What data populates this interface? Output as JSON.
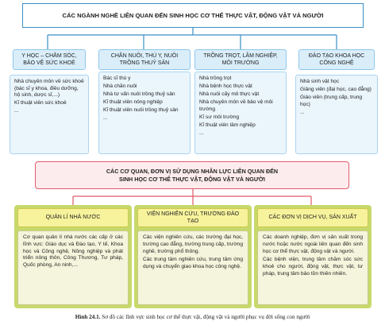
{
  "header_top": "CÁC NGÀNH NGHỀ LIÊN QUAN ĐẾN SINH HỌC CƠ THỂ THỰC VẬT, ĐỘNG VẬT VÀ NGƯỜI",
  "categories": [
    {
      "title": "Y HỌC – CHĂM SÓC, BẢO VỆ SỨC KHOẺ",
      "items": [
        "Nhà chuyên môn về sức khoẻ (bác sĩ y khoa, điều dưỡng, hộ sinh, dược sĩ,...)",
        "Kĩ thuật viên sức khoẻ",
        "..."
      ]
    },
    {
      "title": "CHĂN NUÔI, THÚ Y, NUÔI TRỒNG THUỶ SẢN",
      "items": [
        "Bác sĩ thú y",
        "Nhà chăn nuôi",
        "Nhà tư vấn nuôi trồng thuỷ sản",
        "Kĩ thuật viên nông nghiệp",
        "Kĩ thuật viên nuôi trồng thuỷ sản",
        "..."
      ]
    },
    {
      "title": "TRỒNG TRỌT, LÂM NGHIỆP, MÔI TRƯỜNG",
      "items": [
        "Nhà trồng trọt",
        "Nhà bệnh học thực vật",
        "Nhà nuôi cấy mô thực vật",
        "Nhà chuyên môn về bảo vệ môi trường",
        "Kĩ sư môi trường",
        "Kĩ thuật viên lâm nghiệp",
        "..."
      ]
    },
    {
      "title": "ĐÀO TẠO KHOA HỌC CÔNG NGHỆ",
      "items": [
        "Nhà sinh vật học",
        "Giảng viên (đại học, cao đẳng)",
        "Giáo viên (trung cấp, trung học)",
        "..."
      ]
    }
  ],
  "header_mid_line1": "CÁC CƠ QUAN, ĐƠN VỊ SỬ DỤNG NHÂN LỰC LIÊN QUAN ĐẾN",
  "header_mid_line2": "SINH HỌC CƠ THỂ THỰC VẬT, ĐỘNG VẬT VÀ NGƯỜI",
  "organizations": [
    {
      "title": "QUẢN LÍ NHÀ NƯỚC",
      "items": [
        "Cơ quan quản lí nhà nước các cấp ở các lĩnh vực: Giáo dục và Đào tạo, Y tế, Khoa học và Công nghệ, Nông nghiệp và phát triển nông thôn, Công Thương, Tư pháp, Quốc phòng, An ninh,..."
      ]
    },
    {
      "title": "VIỆN NGHIÊN CỨU, TRƯỜNG ĐÀO TẠO",
      "items": [
        "Các viện nghiên cứu, các trường đại học, trường cao đẳng, trường trung cấp, trường nghề, trường phổ thông.",
        "Các trung tâm nghiên cứu, trung tâm ứng dụng và chuyển giao khoa học công nghệ."
      ]
    },
    {
      "title": "CÁC ĐƠN VỊ DỊCH VỤ, SẢN XUẤT",
      "items": [
        "Các doanh nghiệp, đơn vị sản xuất trong nước hoặc nước ngoài liên quan đến sinh học cơ thể thực vật, động vật và người.",
        "Các bệnh viện, trung tâm chăm sóc sức khoẻ cho người, động vật, thực vật, tư pháp, trung tâm bảo tồn thiên nhiên."
      ]
    }
  ],
  "caption_label": "Hình 24.1.",
  "caption_text": "Sơ đồ các lĩnh vực sinh học cơ thể thực vật, động vật và người phục vụ đời sống con người",
  "colors": {
    "blue_border": "#3a8fc4",
    "blue_fill": "#daeefa",
    "red_border": "#e05a6a",
    "red_fill": "#fdecee",
    "yellow_fill": "#f7f39c",
    "green_frame": "#c7d96a",
    "connector_blue": "#3a8fc4",
    "connector_red": "#e05a6a"
  }
}
